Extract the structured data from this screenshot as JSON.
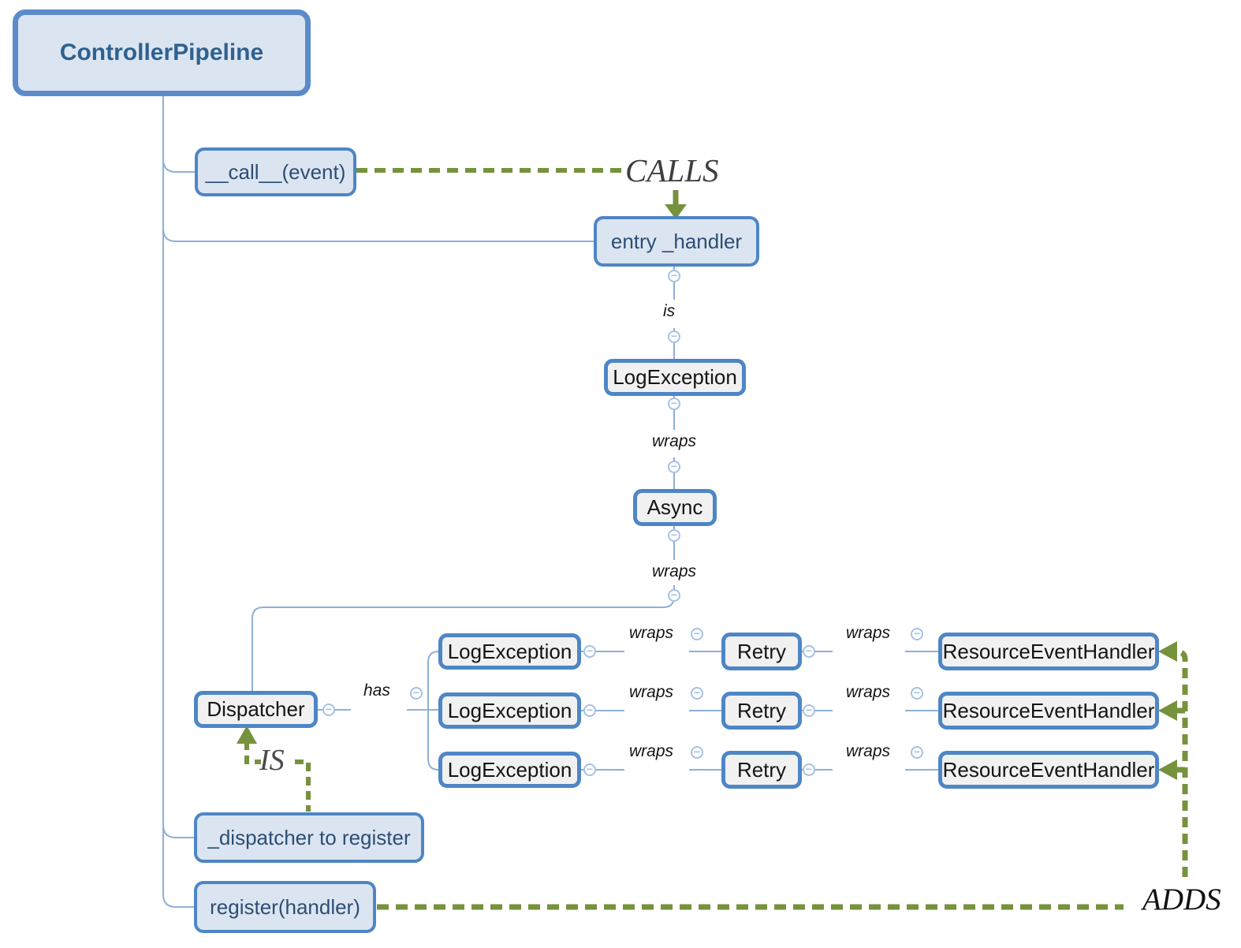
{
  "diagram": {
    "title_node": "ControllerPipeline",
    "nodes": {
      "call_method": "__call__(event)",
      "entry_handler": "entry _handler",
      "log_exception": "LogException",
      "async_wrapper": "Async",
      "dispatcher": "Dispatcher",
      "dispatcher_to_register": "_dispatcher to register",
      "register_method": "register(handler)"
    },
    "edge_labels": {
      "is": "is",
      "wraps": "wraps",
      "has": "has"
    },
    "relation_labels": {
      "calls": "CALLS",
      "is_rel": "IS",
      "adds": "ADDS"
    },
    "handler_rows": [
      {
        "wrapper": "LogException",
        "wraps_a": "wraps",
        "retry": "Retry",
        "wraps_b": "wraps",
        "handler": "ResourceEventHandler"
      },
      {
        "wrapper": "LogException",
        "wraps_a": "wraps",
        "retry": "Retry",
        "wraps_b": "wraps",
        "handler": "ResourceEventHandler"
      },
      {
        "wrapper": "LogException",
        "wraps_a": "wraps",
        "retry": "Retry",
        "wraps_b": "wraps",
        "handler": "ResourceEventHandler"
      }
    ],
    "icons": {
      "collapse": "−"
    },
    "colors": {
      "node_border": "#4e86c6",
      "node_fill_blue": "#dbe5f1",
      "node_fill_gray": "#f1f1f2",
      "connector_blue": "#8fb0d8",
      "relation_green": "#76923c",
      "collapse_ring": "#a6c1e4"
    }
  }
}
